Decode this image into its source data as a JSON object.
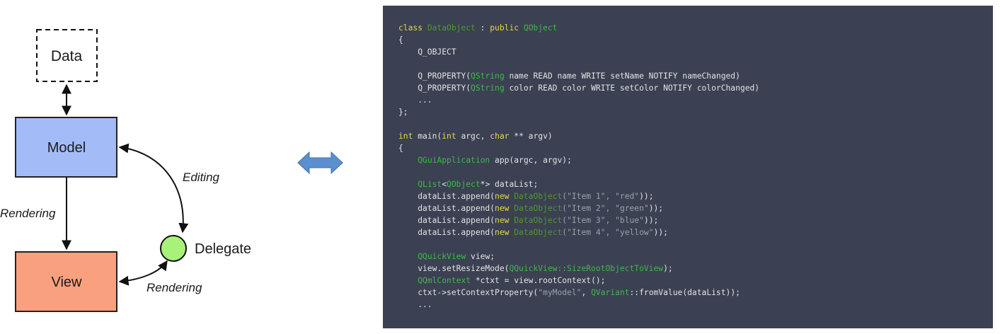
{
  "diagram": {
    "data_label": "Data",
    "model_label": "Model",
    "view_label": "View",
    "delegate_label": "Delegate",
    "editing_label": "Editing",
    "rendering_left_label": "Rendering",
    "rendering_right_label": "Rendering",
    "colors": {
      "model": "#a3bcf8",
      "view": "#f9a07f",
      "delegate": "#a8f27a",
      "arrow": "#5b8fcf"
    }
  },
  "code_lines": [
    [
      [
        "class ",
        "k"
      ],
      [
        "DataObject",
        "c"
      ],
      [
        " : ",
        "p"
      ],
      [
        "public ",
        "k"
      ],
      [
        "QObject",
        "t"
      ]
    ],
    [
      [
        "{",
        "p"
      ]
    ],
    [
      [
        "    Q_OBJECT",
        "p"
      ]
    ],
    [],
    [
      [
        "    Q_PROPERTY(",
        "p"
      ],
      [
        "QString",
        "t"
      ],
      [
        " name READ name WRITE setName NOTIFY nameChanged)",
        "p"
      ]
    ],
    [
      [
        "    Q_PROPERTY(",
        "p"
      ],
      [
        "QString",
        "t"
      ],
      [
        " color READ color WRITE setColor NOTIFY colorChanged)",
        "p"
      ]
    ],
    [
      [
        "    ...",
        "p"
      ]
    ],
    [
      [
        "};",
        "p"
      ]
    ],
    [],
    [
      [
        "int ",
        "k"
      ],
      [
        "main(",
        "p"
      ],
      [
        "int ",
        "k"
      ],
      [
        "argc, ",
        "p"
      ],
      [
        "char ",
        "k"
      ],
      [
        "** argv)",
        "p"
      ]
    ],
    [
      [
        "{",
        "p"
      ]
    ],
    [
      [
        "    ",
        "p"
      ],
      [
        "QGuiApplication",
        "t"
      ],
      [
        " app(argc, argv);",
        "p"
      ]
    ],
    [],
    [
      [
        "    ",
        "p"
      ],
      [
        "QList",
        "t"
      ],
      [
        "<",
        "p"
      ],
      [
        "QObject",
        "t"
      ],
      [
        "*> dataList;",
        "p"
      ]
    ],
    [
      [
        "    dataList.append(",
        "p"
      ],
      [
        "new ",
        "k"
      ],
      [
        "DataObject",
        "c"
      ],
      [
        "(\"Item 1\", ",
        "s"
      ],
      [
        "\"red\"",
        "s"
      ],
      [
        "));",
        "p"
      ]
    ],
    [
      [
        "    dataList.append(",
        "p"
      ],
      [
        "new ",
        "k"
      ],
      [
        "DataObject",
        "c"
      ],
      [
        "(\"Item 2\", ",
        "s"
      ],
      [
        "\"green\"",
        "s"
      ],
      [
        "));",
        "p"
      ]
    ],
    [
      [
        "    dataList.append(",
        "p"
      ],
      [
        "new ",
        "k"
      ],
      [
        "DataObject",
        "c"
      ],
      [
        "(\"Item 3\", ",
        "s"
      ],
      [
        "\"blue\"",
        "s"
      ],
      [
        "));",
        "p"
      ]
    ],
    [
      [
        "    dataList.append(",
        "p"
      ],
      [
        "new ",
        "k"
      ],
      [
        "DataObject",
        "c"
      ],
      [
        "(\"Item 4\", ",
        "s"
      ],
      [
        "\"yellow\"",
        "s"
      ],
      [
        "));",
        "p"
      ]
    ],
    [],
    [
      [
        "    ",
        "p"
      ],
      [
        "QQuickView",
        "t"
      ],
      [
        " view;",
        "p"
      ]
    ],
    [
      [
        "    view.setResizeMode(",
        "p"
      ],
      [
        "QQuickView::SizeRootObjectToView",
        "t"
      ],
      [
        ");",
        "p"
      ]
    ],
    [
      [
        "    ",
        "p"
      ],
      [
        "QQmlContext",
        "t"
      ],
      [
        " *ctxt = view.rootContext();",
        "p"
      ]
    ],
    [
      [
        "    ctxt->setContextProperty(",
        "p"
      ],
      [
        "\"myModel\"",
        "s"
      ],
      [
        ", ",
        "p"
      ],
      [
        "QVariant",
        "t"
      ],
      [
        "::fromValue(dataList));",
        "p"
      ]
    ],
    [
      [
        "    ...",
        "p"
      ]
    ]
  ]
}
